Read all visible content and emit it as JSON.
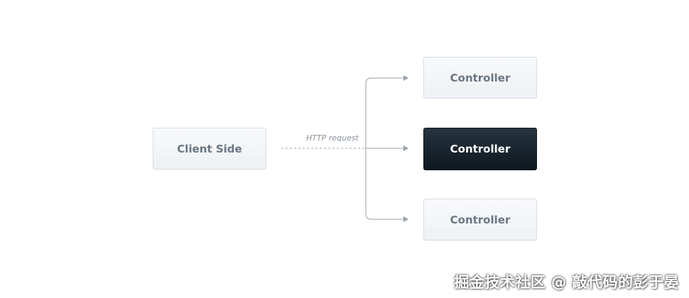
{
  "diagram": {
    "client": {
      "label": "Client Side"
    },
    "request": {
      "label": "HTTP request"
    },
    "controllers": [
      {
        "label": "Controller",
        "highlighted": false
      },
      {
        "label": "Controller",
        "highlighted": true
      },
      {
        "label": "Controller",
        "highlighted": false
      }
    ]
  },
  "colors": {
    "box_fill_light": "#eef1f5",
    "box_border": "#d7dce3",
    "box_text": "#6b7684",
    "box_fill_dark": "#0e1820",
    "box_text_dark": "#ffffff",
    "connector": "#9aa1a9",
    "label_text": "#8a929c"
  },
  "watermark": {
    "text": "掘金技术社区 @ 敲代码的彭于晏"
  }
}
